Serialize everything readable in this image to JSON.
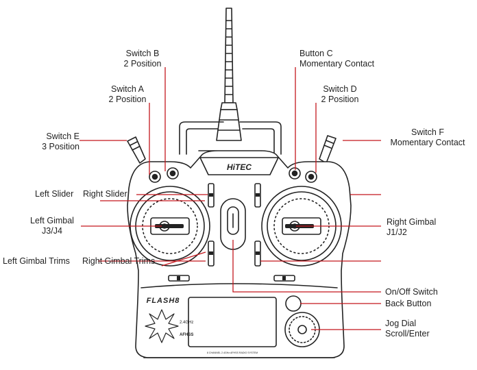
{
  "brand": {
    "logo_text": "HiTEC",
    "model_text": "FLASH8",
    "badge_line1": "2.4GHz",
    "badge_line2": "AFHSS",
    "screen_caption": "8 CHANNEL 2.4GHz AFHSS RADIO SYSTEM"
  },
  "labels": {
    "switch_b": {
      "line1": "Switch B",
      "line2": "2 Position"
    },
    "switch_a": {
      "line1": "Switch A",
      "line2": "2 Position"
    },
    "switch_e": {
      "line1": "Switch E",
      "line2": "3 Position"
    },
    "button_c": {
      "line1": "Button C",
      "line2": "Momentary Contact"
    },
    "switch_d": {
      "line1": "Switch D",
      "line2": "2 Position"
    },
    "switch_f": {
      "line1": "Switch F",
      "line2": "Momentary Contact"
    },
    "left_slider": "Left Slider",
    "right_slider": "Right Slider",
    "left_gimbal": {
      "line1": "Left Gimbal",
      "line2": "J3/J4"
    },
    "right_gimbal": {
      "line1": "Right Gimbal",
      "line2": "J1/J2"
    },
    "left_gimbal_trims": "Left Gimbal Trims",
    "right_gimbal_trims": "Right Gimbal Trims",
    "on_off_switch": "On/Off Switch",
    "back_button": "Back Button",
    "jog_dial": {
      "line1": "Jog Dial",
      "line2": "Scroll/Enter"
    }
  },
  "colors": {
    "leader_line": "#c4161c",
    "outline": "#222222",
    "text": "#222222"
  }
}
